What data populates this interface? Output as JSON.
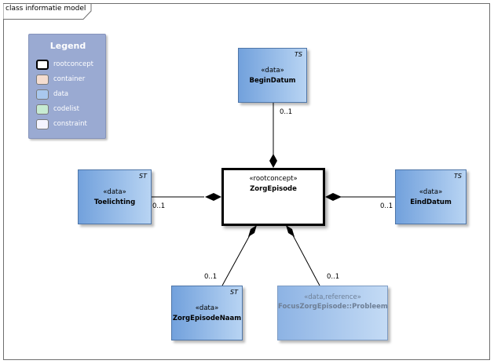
{
  "frame": {
    "title": "class informatie model"
  },
  "legend": {
    "title": "Legend",
    "items": [
      {
        "label": "rootconcept",
        "color": "#ffffff"
      },
      {
        "label": "container",
        "color": "#f5ddd0"
      },
      {
        "label": "data",
        "color": "#a9c8ee"
      },
      {
        "label": "codelist",
        "color": "#c7ebd2"
      },
      {
        "label": "constraint",
        "color": "#f4f4ff"
      }
    ]
  },
  "classes": {
    "root": {
      "stereotype": "«rootconcept»",
      "name": "ZorgEpisode"
    },
    "begin": {
      "tag": "TS",
      "stereotype": "«data»",
      "name": "BeginDatum"
    },
    "toelichting": {
      "tag": "ST",
      "stereotype": "«data»",
      "name": "Toelichting"
    },
    "eind": {
      "tag": "TS",
      "stereotype": "«data»",
      "name": "EindDatum"
    },
    "naam": {
      "tag": "ST",
      "stereotype": "«data»",
      "name": "ZorgEpisodeNaam"
    },
    "probleem": {
      "stereotype": "«data,reference»",
      "name": "FocusZorgEpisode::Probleem"
    }
  },
  "multiplicities": {
    "begin": "0..1",
    "toelichting": "0..1",
    "eind": "0..1",
    "naam": "0..1",
    "probleem": "0..1"
  }
}
